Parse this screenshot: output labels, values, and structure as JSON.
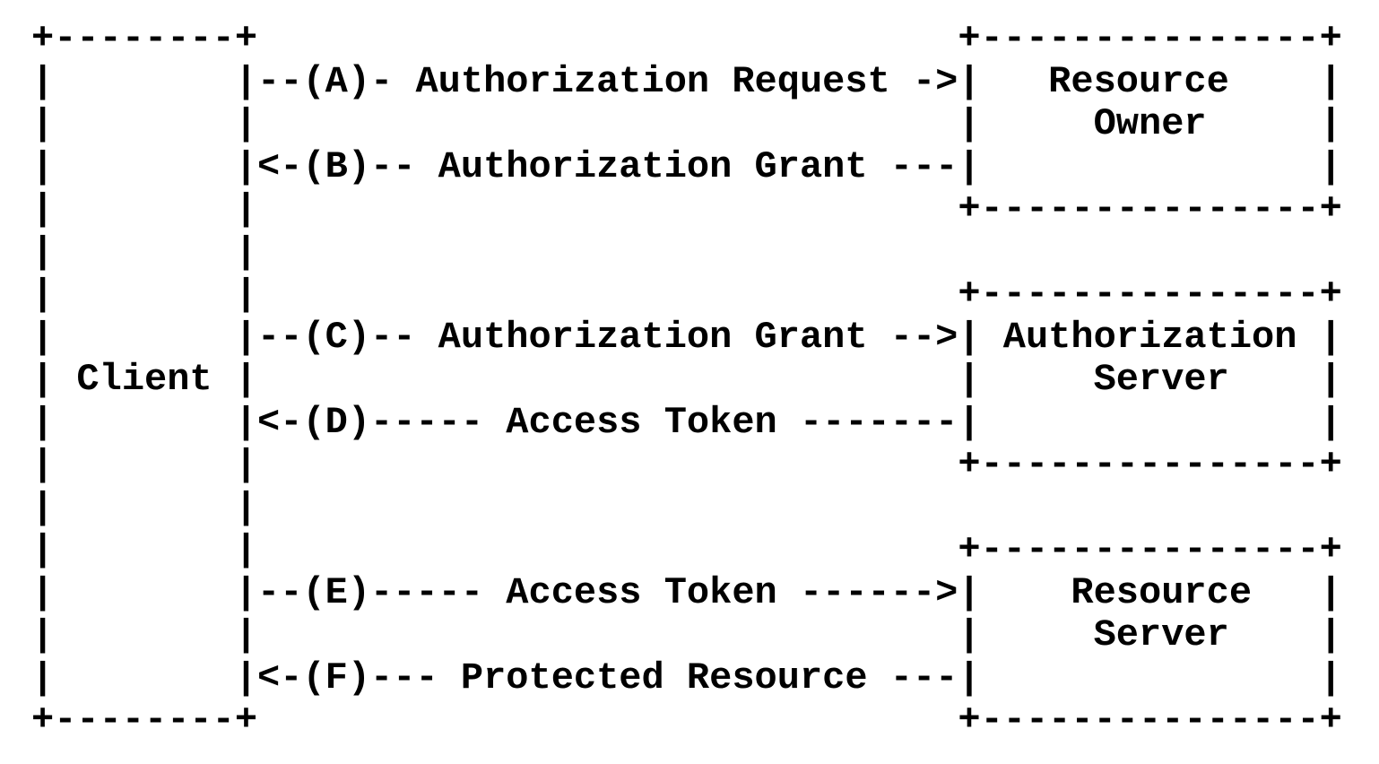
{
  "diagram": {
    "type": "ascii-art-flow-diagram",
    "colors": {
      "text": "#000000",
      "background": "#ffffff"
    },
    "entities": [
      {
        "name": "Client"
      },
      {
        "name": "Resource Owner"
      },
      {
        "name": "Authorization Server"
      },
      {
        "name": "Resource Server"
      }
    ],
    "flows": [
      {
        "step": "A",
        "label": "Authorization Request",
        "from": "Client",
        "to": "Resource Owner",
        "arrow": "->"
      },
      {
        "step": "B",
        "label": "Authorization Grant",
        "from": "Resource Owner",
        "to": "Client",
        "arrow": "<-"
      },
      {
        "step": "C",
        "label": "Authorization Grant",
        "from": "Client",
        "to": "Authorization Server",
        "arrow": "->"
      },
      {
        "step": "D",
        "label": "Access Token",
        "from": "Authorization Server",
        "to": "Client",
        "arrow": "<-"
      },
      {
        "step": "E",
        "label": "Access Token",
        "from": "Client",
        "to": "Resource Server",
        "arrow": "->"
      },
      {
        "step": "F",
        "label": "Protected Resource",
        "from": "Resource Server",
        "to": "Client",
        "arrow": "<-"
      }
    ],
    "ascii_lines": [
      "+--------+                               +---------------+",
      "|        |--(A)- Authorization Request ->|   Resource    |",
      "|        |                               |     Owner     |",
      "|        |<-(B)-- Authorization Grant ---|               |",
      "|        |                               +---------------+",
      "|        |",
      "|        |                               +---------------+",
      "|        |--(C)-- Authorization Grant -->| Authorization |",
      "| Client |                               |     Server    |",
      "|        |<-(D)----- Access Token -------|               |",
      "|        |                               +---------------+",
      "|        |",
      "|        |                               +---------------+",
      "|        |--(E)----- Access Token ------>|    Resource   |",
      "|        |                               |     Server    |",
      "|        |<-(F)--- Protected Resource ---|               |",
      "+--------+                               +---------------+"
    ]
  }
}
